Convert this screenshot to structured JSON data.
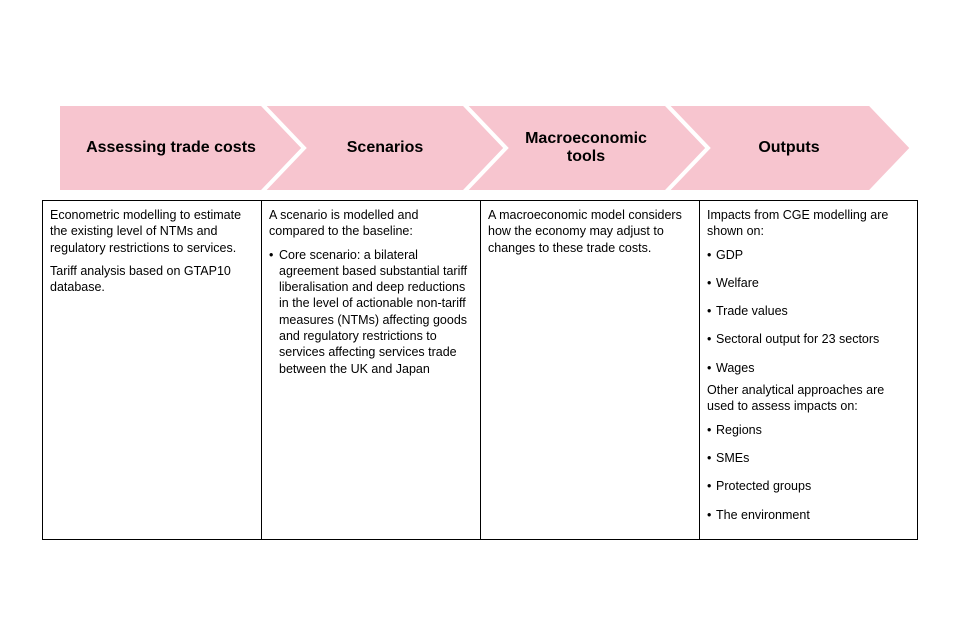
{
  "colors": {
    "chevron_fill": "#f7c5cf",
    "chevron_stroke": "#ffffff",
    "border": "#000000"
  },
  "steps": [
    {
      "label": "Assessing trade costs"
    },
    {
      "label": "Scenarios"
    },
    {
      "label": "Macroeconomic tools"
    },
    {
      "label": "Outputs"
    }
  ],
  "columns": {
    "costs": {
      "para1": "Econometric modelling to estimate the existing level of NTMs and regulatory restrictions to services.",
      "para2": "Tariff analysis based on GTAP10 database."
    },
    "scenarios": {
      "intro": "A scenario is modelled and compared to the baseline:",
      "bullet": "Core scenario: a bilateral agreement based substantial tariff liberalisation and deep reductions in the level of actionable non-tariff measures (NTMs) affecting goods and regulatory restrictions to services affecting services trade between the UK and Japan"
    },
    "tools": {
      "text": "A macroeconomic model considers how the economy may adjust to changes to these trade costs."
    },
    "outputs": {
      "intro1": "Impacts from CGE modelling are shown on:",
      "list1": [
        "GDP",
        "Welfare",
        "Trade values",
        "Sectoral output for 23 sectors",
        "Wages"
      ],
      "intro2": "Other analytical approaches are used to assess impacts on:",
      "list2": [
        "Regions",
        "SMEs",
        "Protected groups",
        "The environment"
      ]
    }
  }
}
